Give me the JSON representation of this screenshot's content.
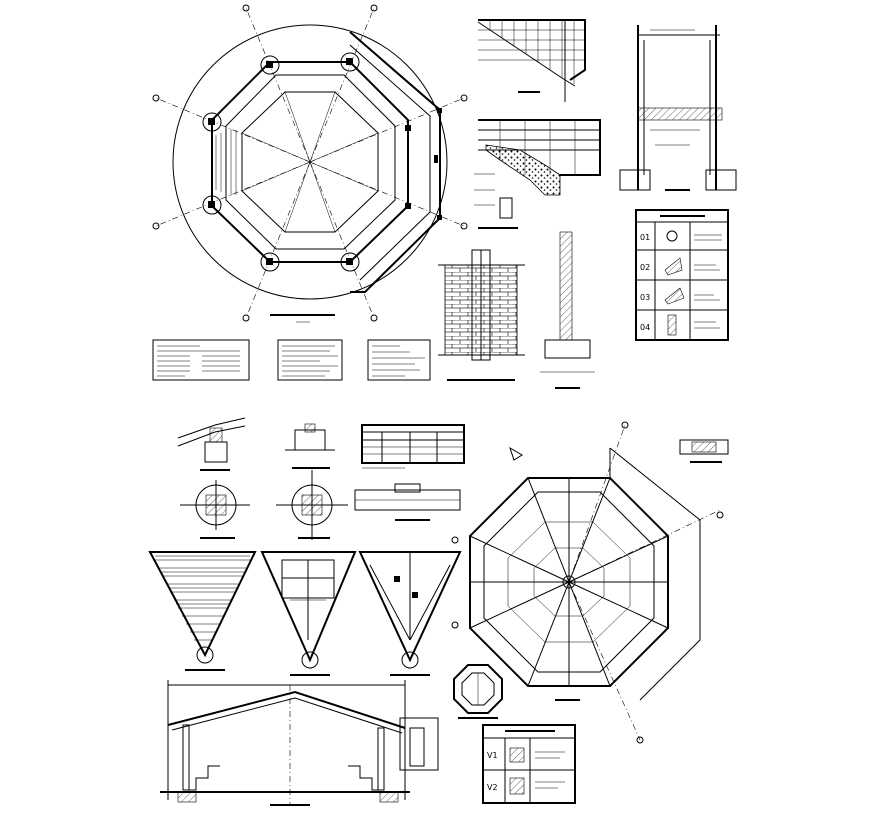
{
  "sheet": {
    "background": "#ffffff",
    "line_color": "#000000",
    "drawings": [
      {
        "id": "gazebo-floor-plan",
        "icon": "octagon-floor-plan"
      },
      {
        "id": "stair-section",
        "icon": "stair-section-detail"
      },
      {
        "id": "wall-section",
        "icon": "wall-section-detail"
      },
      {
        "id": "footing-detail",
        "icon": "footing-section-detail"
      },
      {
        "id": "brick-wall-elevation",
        "icon": "brick-wall-elevation"
      },
      {
        "id": "column-detail",
        "icon": "column-elevation"
      },
      {
        "id": "details-legend-table",
        "icon": "legend-table"
      },
      {
        "id": "notes-block",
        "icon": "notes-text"
      },
      {
        "id": "rafter-connection-details",
        "icon": "connection-details"
      },
      {
        "id": "schedule-table",
        "icon": "schedule-table"
      },
      {
        "id": "roof-truss-segments",
        "icon": "triangular-roof-segment"
      },
      {
        "id": "roof-framing-plan",
        "icon": "octagon-roof-plan"
      },
      {
        "id": "small-roof-key-plan",
        "icon": "octagon-key-plan"
      },
      {
        "id": "building-section-elevation",
        "icon": "building-section"
      },
      {
        "id": "beam-legend-table",
        "icon": "legend-table"
      }
    ]
  },
  "legend_top": {
    "row_labels": [
      "01",
      "02",
      "03",
      "04"
    ]
  },
  "legend_bottom": {
    "row_labels": [
      "V1",
      "V2"
    ]
  }
}
